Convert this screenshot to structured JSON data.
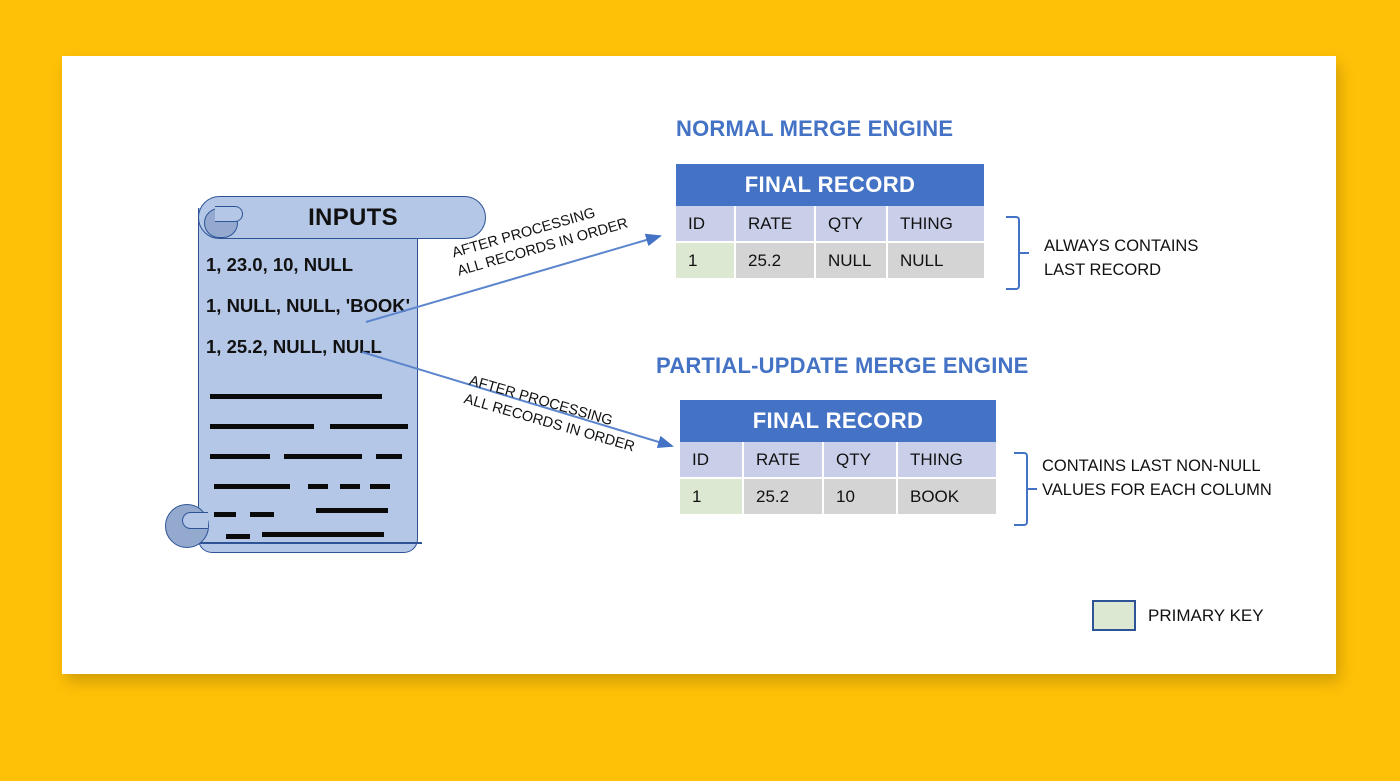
{
  "theme": {
    "background_color": "#FFC107",
    "card_color": "#FFFFFF",
    "accent_blue": "#4472C4",
    "scroll_fill": "#B4C7E7",
    "scroll_border": "#2E5496",
    "header_cell_color": "#C9CFE8",
    "data_cell_color": "#D4D4D4",
    "primary_key_color": "#DCE8D2"
  },
  "inputs_panel": {
    "title": "INPUTS",
    "records": [
      "1, 23.0, 10, NULL",
      "1, NULL, NULL, 'BOOK'",
      "1, 25.2, NULL, NULL"
    ]
  },
  "arrows": [
    {
      "label_line1": "AFTER PROCESSING",
      "label_line2": "ALL RECORDS IN ORDER"
    },
    {
      "label_line1": "AFTER PROCESSING",
      "label_line2": "ALL RECORDS IN ORDER"
    }
  ],
  "sections": [
    {
      "title": "NORMAL MERGE ENGINE",
      "table": {
        "banner": "FINAL RECORD",
        "columns": [
          "ID",
          "RATE",
          "QTY",
          "THING"
        ],
        "row": [
          "1",
          "25.2",
          "NULL",
          "NULL"
        ]
      },
      "note_line1": "ALWAYS CONTAINS",
      "note_line2": "LAST RECORD"
    },
    {
      "title": "PARTIAL-UPDATE MERGE ENGINE",
      "table": {
        "banner": "FINAL RECORD",
        "columns": [
          "ID",
          "RATE",
          "QTY",
          "THING"
        ],
        "row": [
          "1",
          "25.2",
          "10",
          "BOOK"
        ]
      },
      "note_line1": "CONTAINS LAST NON-NULL",
      "note_line2": "VALUES FOR EACH COLUMN"
    }
  ],
  "legend": {
    "label": "PRIMARY KEY"
  }
}
